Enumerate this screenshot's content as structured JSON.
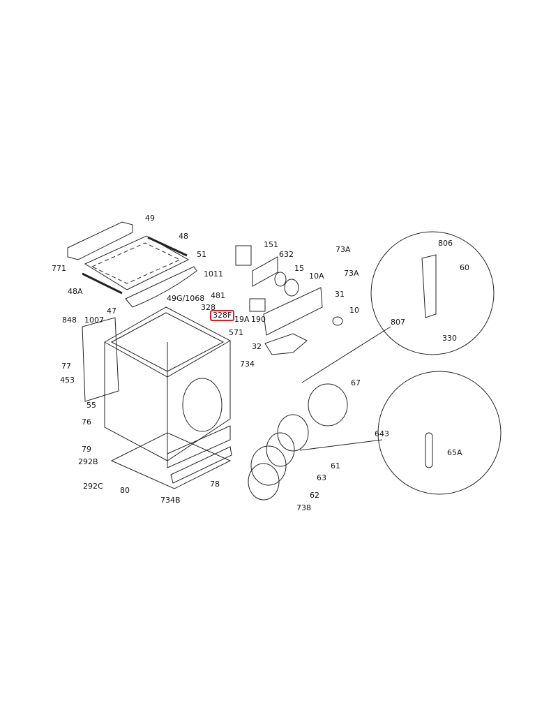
{
  "labels": {
    "p49": "49",
    "p48": "48",
    "p51": "51",
    "p771": "771",
    "p48A": "48A",
    "p47": "47",
    "p49G": "49G/1068",
    "p1011": "1011",
    "p481": "481",
    "p328": "328",
    "p328F": "328F",
    "p19A": "19A",
    "p190": "190",
    "p571": "571",
    "p734": "734",
    "p151": "151",
    "p632": "632",
    "p15": "15",
    "p10A": "10A",
    "p73A_1": "73A",
    "p73A_2": "73A",
    "p31": "31",
    "p10": "10",
    "p32": "32",
    "p848": "848",
    "p1007": "1007",
    "p77": "77",
    "p453": "453",
    "p55": "55",
    "p76": "76",
    "p79": "79",
    "p292B": "292B",
    "p292C": "292C",
    "p80": "80",
    "p734B": "734B",
    "p78": "78",
    "p67": "67",
    "p61": "61",
    "p63": "63",
    "p62": "62",
    "p738": "738",
    "p806": "806",
    "p60": "60",
    "p807": "807",
    "p330": "330",
    "p643": "643",
    "p65A": "65A"
  },
  "highlight_color": "#d0202a"
}
